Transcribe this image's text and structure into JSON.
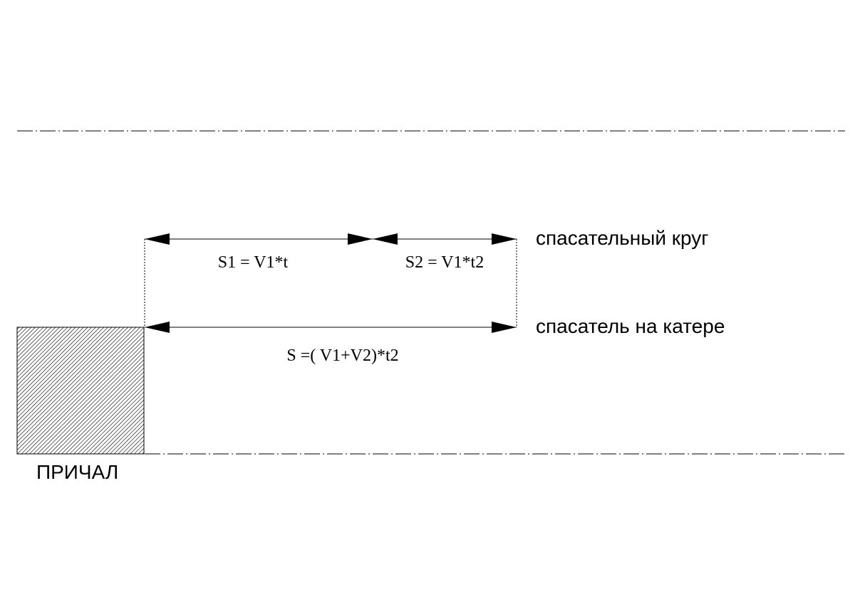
{
  "labels": {
    "lifebuoy": "спасательный круг",
    "rescuer": "спасатель на катере",
    "pier": "ПРИЧАЛ",
    "s1": "S1 = V1*t",
    "s2": "S2 = V1*t2",
    "s_total": "S =( V1+V2)*t2"
  },
  "colors": {
    "ink": "#000000",
    "background": "#ffffff"
  }
}
